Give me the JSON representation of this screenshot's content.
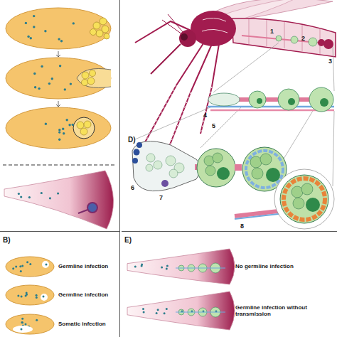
{
  "diagram": {
    "nodes": [
      {
        "text": [
          "B)"
        ]
      },
      {
        "text": [
          "Germline infection"
        ],
        "in": 0
      },
      {
        "text": [
          "Germline infection"
        ],
        "in": 0
      },
      {
        "text": [
          "Somatic infection"
        ],
        "in": 0
      },
      {
        "text": [
          "E)"
        ]
      },
      {
        "text": [
          "No germline infection"
        ],
        "in": 4
      },
      {
        "text": [
          "Germline infection without transmission"
        ],
        "in": 4
      }
    ],
    "labels": [
      "1",
      "2",
      "3",
      "4",
      "5",
      "D)",
      "6",
      "7",
      "8"
    ]
  }
}
